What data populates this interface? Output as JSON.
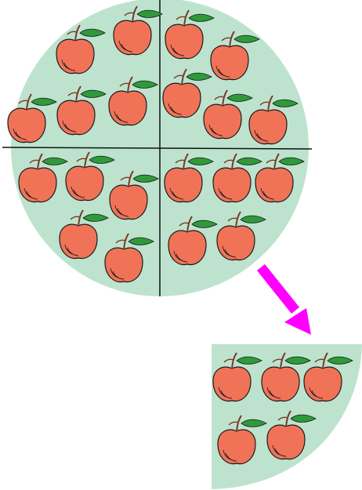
{
  "colors": {
    "circle_fill": "#bde3cf",
    "divider": "#111111",
    "apple_fill": "#f07358",
    "apple_outline": "#1a1a1a",
    "leaf": "#2f9a3a",
    "stem": "#7a3a22",
    "arrow": "#ff00ff"
  },
  "whole": {
    "shape": "circle",
    "parts": 4,
    "quarters": [
      {
        "position": "top-left",
        "apples": 5
      },
      {
        "position": "top-right",
        "apples": 5
      },
      {
        "position": "bottom-left",
        "apples": 5
      },
      {
        "position": "bottom-right",
        "apples": 5
      }
    ]
  },
  "arrow": {
    "direction": "down-right"
  },
  "piece": {
    "fraction": "1/4",
    "apples": 5
  }
}
